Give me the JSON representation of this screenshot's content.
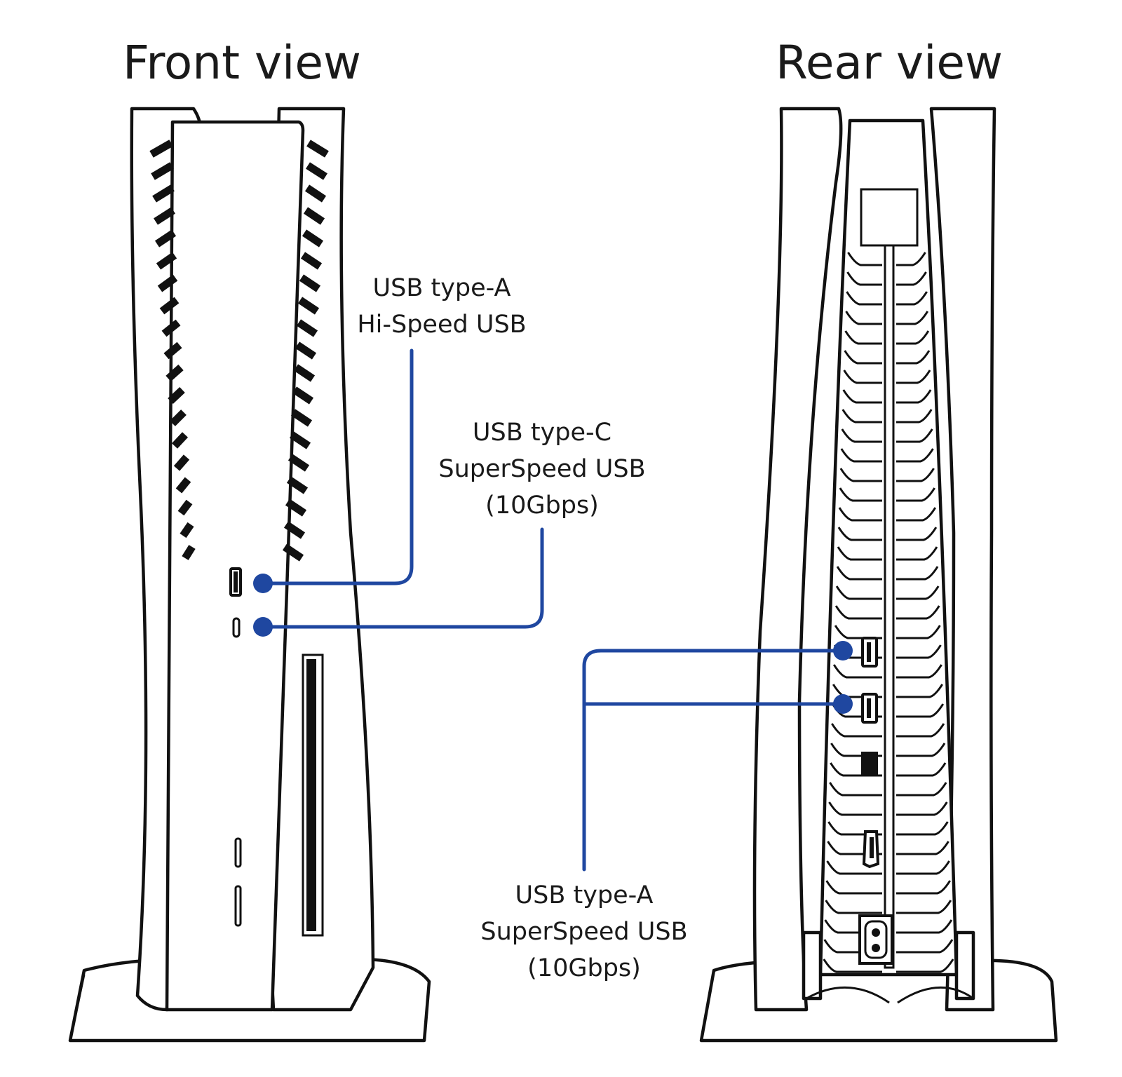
{
  "headings": {
    "front": "Front view",
    "rear": "Rear view"
  },
  "callouts": {
    "front_usb_a": {
      "line1": "USB type-A",
      "line2": "Hi-Speed USB"
    },
    "front_usb_c": {
      "line1": "USB type-C",
      "line2": "SuperSpeed USB",
      "line3": "(10Gbps)"
    },
    "rear_usb_a": {
      "line1": "USB type-A",
      "line2": "SuperSpeed USB",
      "line3": "(10Gbps)"
    }
  },
  "colors": {
    "callout_line": "#1f47a0",
    "outline": "#111111",
    "background": "#ffffff"
  }
}
